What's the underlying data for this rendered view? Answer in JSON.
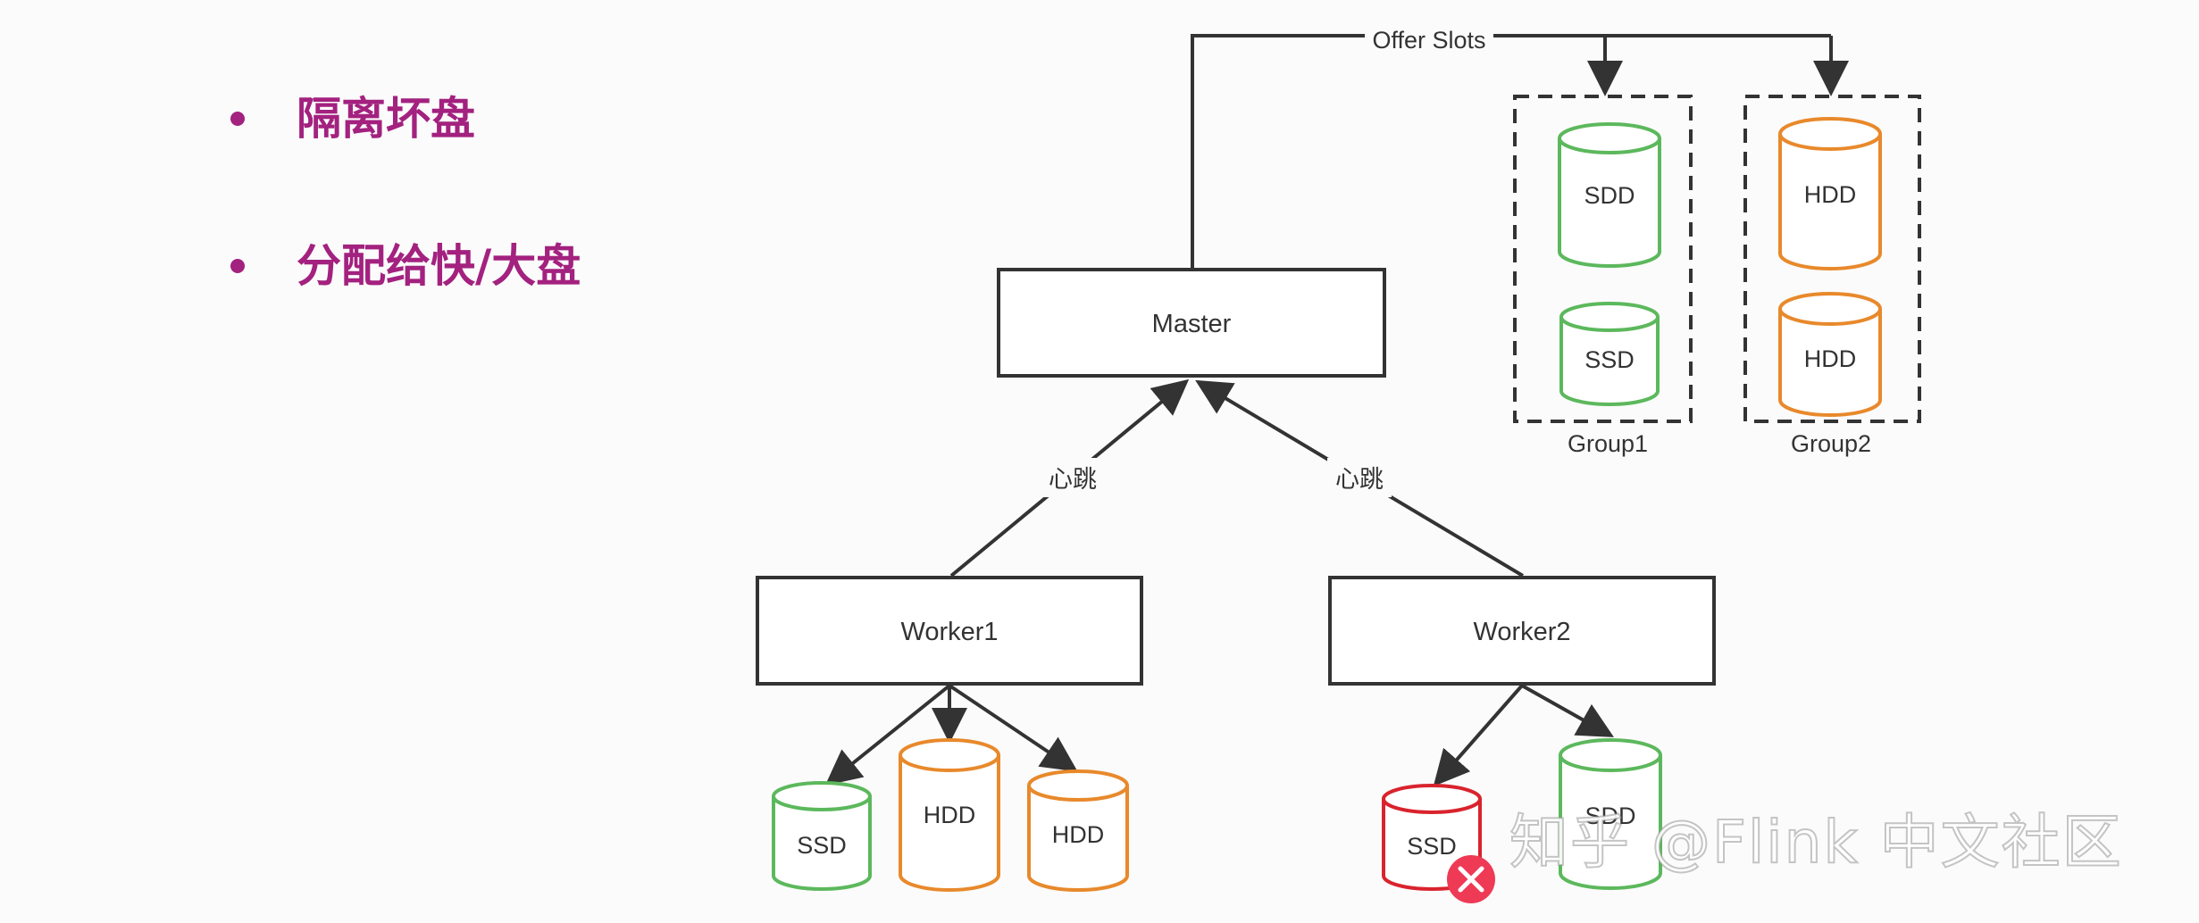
{
  "bullets": [
    {
      "text": "隔离坏盘"
    },
    {
      "text": "分配给快/大盘"
    }
  ],
  "diagram": {
    "master": {
      "label": "Master"
    },
    "workers": [
      {
        "label": "Worker1"
      },
      {
        "label": "Worker2"
      }
    ],
    "heartbeat_label": "心跳",
    "offer_slots_label": "Offer Slots",
    "groups": [
      {
        "label": "Group1",
        "disks": [
          {
            "label": "SDD"
          },
          {
            "label": "SSD"
          }
        ]
      },
      {
        "label": "Group2",
        "disks": [
          {
            "label": "HDD"
          },
          {
            "label": "HDD"
          }
        ]
      }
    ],
    "worker1_disks": [
      {
        "label": "SSD"
      },
      {
        "label": "HDD"
      },
      {
        "label": "HDD"
      }
    ],
    "worker2_disks": [
      {
        "label": "SSD",
        "failed": true
      },
      {
        "label": "SDD"
      }
    ]
  },
  "colors": {
    "bullet": "#a3217f",
    "ssd_green": "#5cb85c",
    "hdd_orange": "#e8892b",
    "failed_red": "#d9232d",
    "failed_badge": "#ee3a55",
    "line": "#333333"
  },
  "watermark": "知乎 @Flink 中文社区"
}
